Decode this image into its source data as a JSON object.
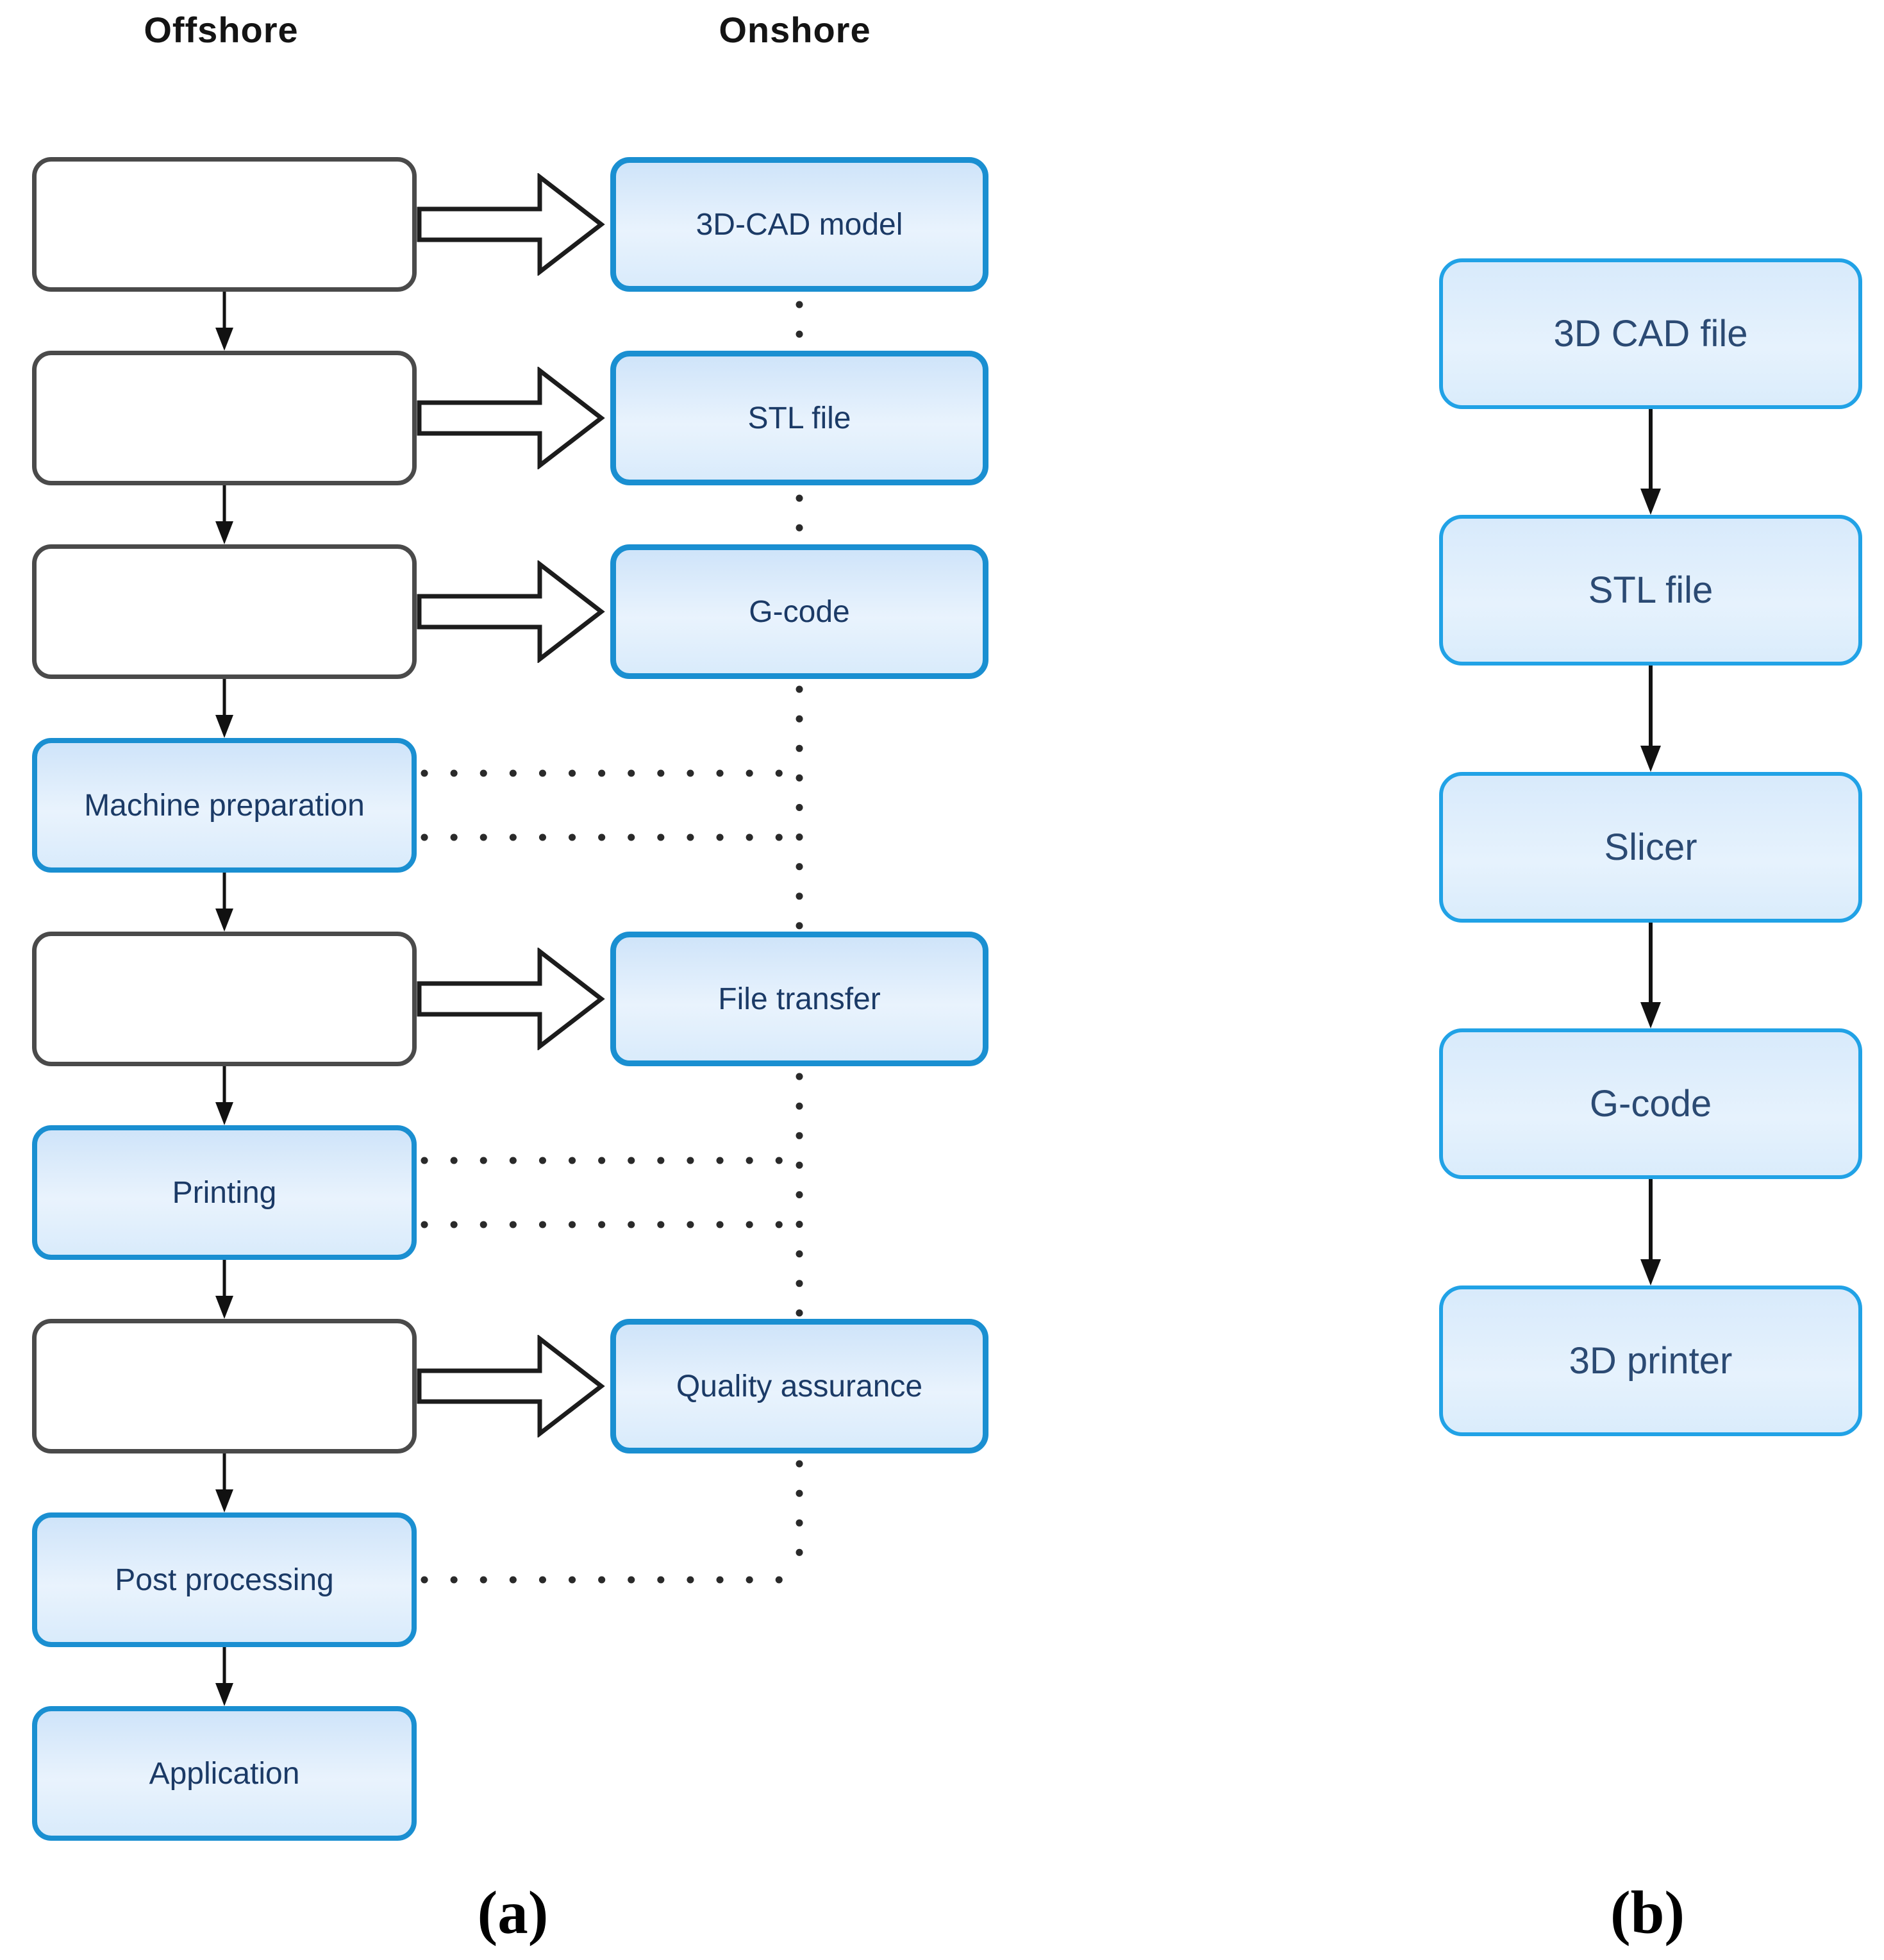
{
  "header": {
    "offshore": "Offshore",
    "onshore": "Onshore"
  },
  "diagram_a": {
    "caption": "(a)",
    "offshore_steps": [
      {
        "label": "",
        "type": "plain"
      },
      {
        "label": "",
        "type": "plain"
      },
      {
        "label": "",
        "type": "plain"
      },
      {
        "label": "Machine preparation",
        "type": "highlight"
      },
      {
        "label": "",
        "type": "plain"
      },
      {
        "label": "Printing",
        "type": "highlight"
      },
      {
        "label": "",
        "type": "plain"
      },
      {
        "label": "Post processing",
        "type": "highlight"
      },
      {
        "label": "Application",
        "type": "highlight"
      }
    ],
    "onshore_steps": [
      {
        "label": "3D-CAD model"
      },
      {
        "label": "STL file"
      },
      {
        "label": "G-code"
      },
      {
        "label": "File transfer"
      },
      {
        "label": "Quality assurance"
      }
    ]
  },
  "diagram_b": {
    "caption": "(b)",
    "steps": [
      {
        "label": "3D CAD file"
      },
      {
        "label": "STL file"
      },
      {
        "label": "Slicer"
      },
      {
        "label": "G-code"
      },
      {
        "label": "3D printer"
      }
    ]
  },
  "colors": {
    "highlight_border": "#1a8fd1",
    "highlight_fill": "#ddecfb",
    "b_border": "#21a2e6",
    "label_text": "#1b3a66",
    "plain_border": "#4a4a4a",
    "connector_dots": "#2a2a2a"
  }
}
